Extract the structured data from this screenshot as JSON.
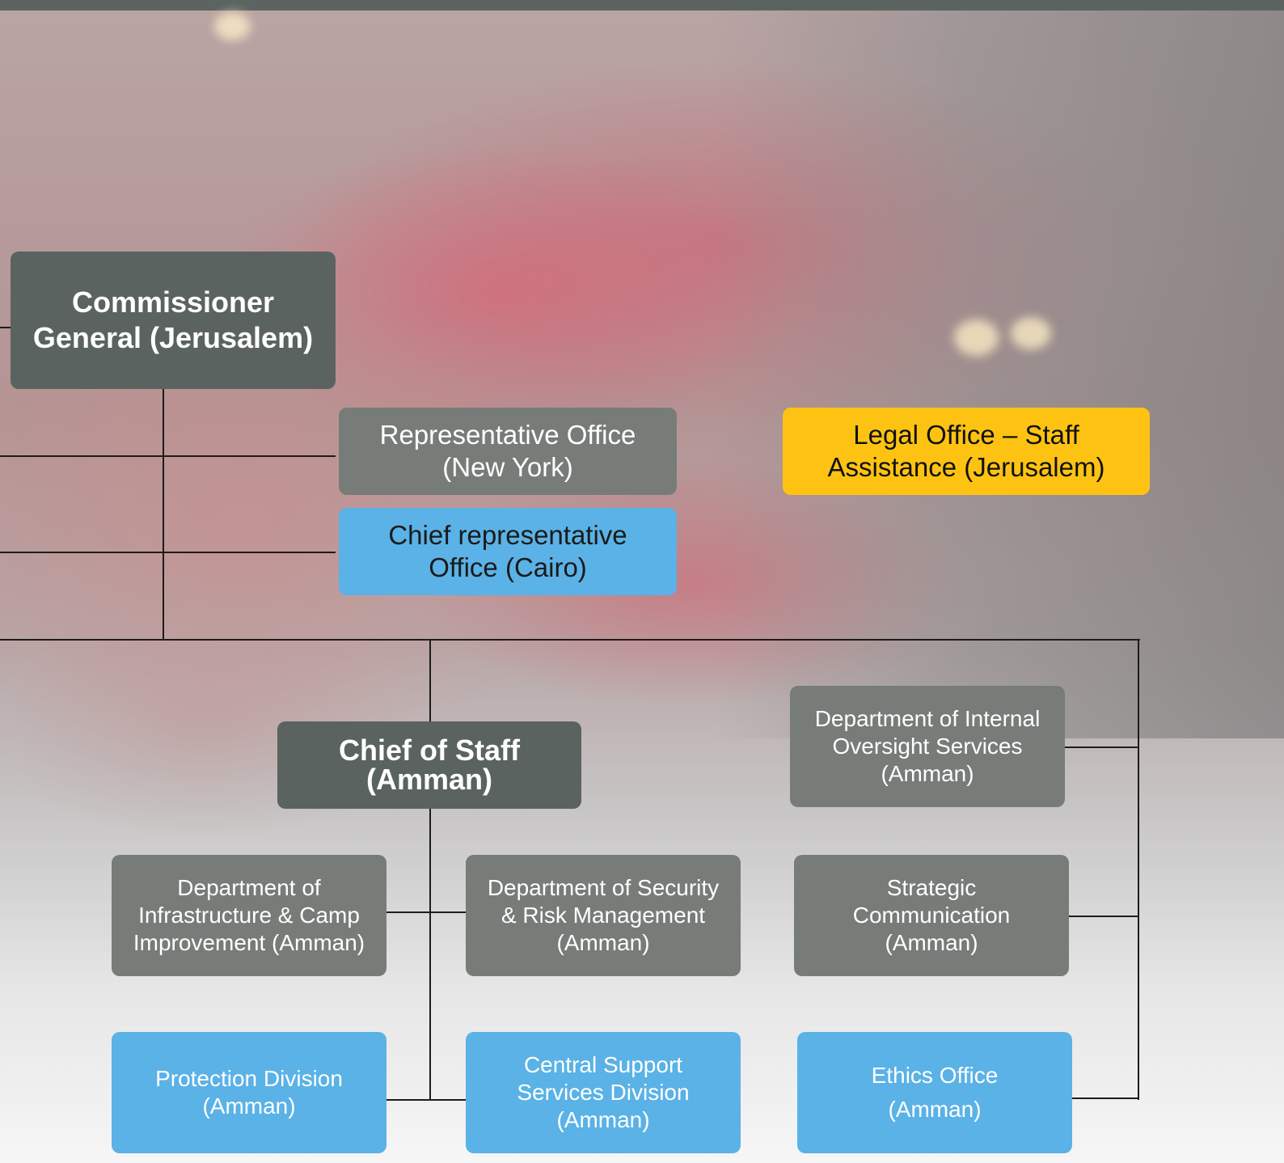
{
  "boxes": {
    "commissioner_general": "Commissioner General (Jerusalem)",
    "representative_office": "Representative Office (New York)",
    "chief_representative_office": "Chief representative Office (Cairo)",
    "legal_office": "Legal Office – Staff Assistance (Jerusalem)",
    "chief_of_staff": "Chief of Staff (Amman)",
    "internal_oversight": "Department of Internal Oversight Services (Amman)",
    "infrastructure_camp": "Department of Infrastructure & Camp Improvement (Amman)",
    "security_risk": "Department of Security & Risk Management (Amman)",
    "strategic_communication": "Strategic Communication (Amman)",
    "protection_division": "Protection Division (Amman)",
    "central_support": "Central Support Services Division (Amman)",
    "ethics_office": "Ethics Office (Amman)"
  },
  "colors": {
    "dark_box": "#5b6361",
    "gray_box": "#777c79",
    "blue_box": "#5ab2e6",
    "yellow_box": "#fec312",
    "connector": "#1c1c1c"
  }
}
